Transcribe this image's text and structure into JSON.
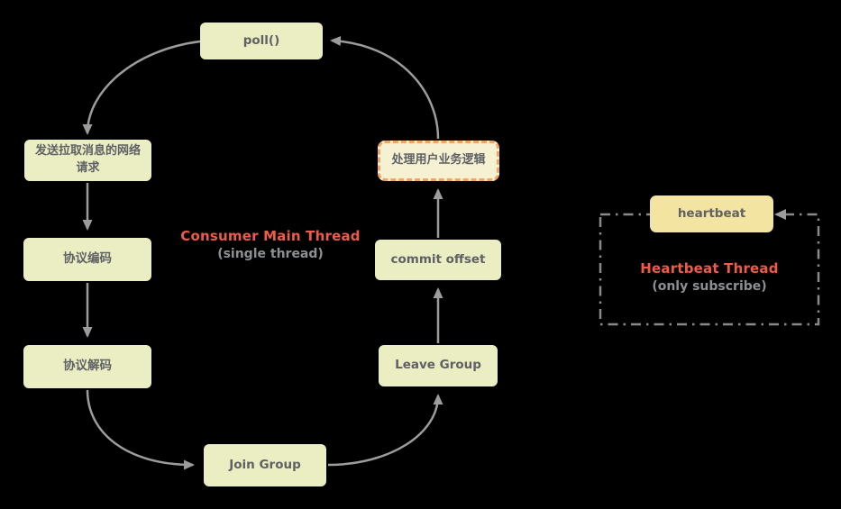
{
  "diagram": {
    "nodes": {
      "poll": "poll()",
      "network_request": "发送拉取消息的网络请求",
      "protocol_encode": "协议编码",
      "protocol_decode": "协议解码",
      "join_group": "Join Group",
      "leave_group": "Leave Group",
      "commit_offset": "commit offset",
      "process_user_logic": "处理用户业务逻辑",
      "heartbeat": "heartbeat"
    },
    "consumer_thread": {
      "title": "Consumer Main Thread",
      "subtitle": "(single thread)"
    },
    "heartbeat_thread": {
      "title": "Heartbeat Thread",
      "subtitle": "(only subscribe)"
    },
    "colors": {
      "background": "#000000",
      "node_fill": "#ebeec3",
      "process_box_fill": "#f5f1d2",
      "process_box_border": "#f0a661",
      "heartbeat_fill": "#f4e4a1",
      "node_text": "#5f6164",
      "accent_red": "#ef5b4a",
      "subtitle_gray": "#8d9093",
      "arrow_gray": "#9c9c9c",
      "dash_rect_gray": "#8a8a8a"
    }
  }
}
